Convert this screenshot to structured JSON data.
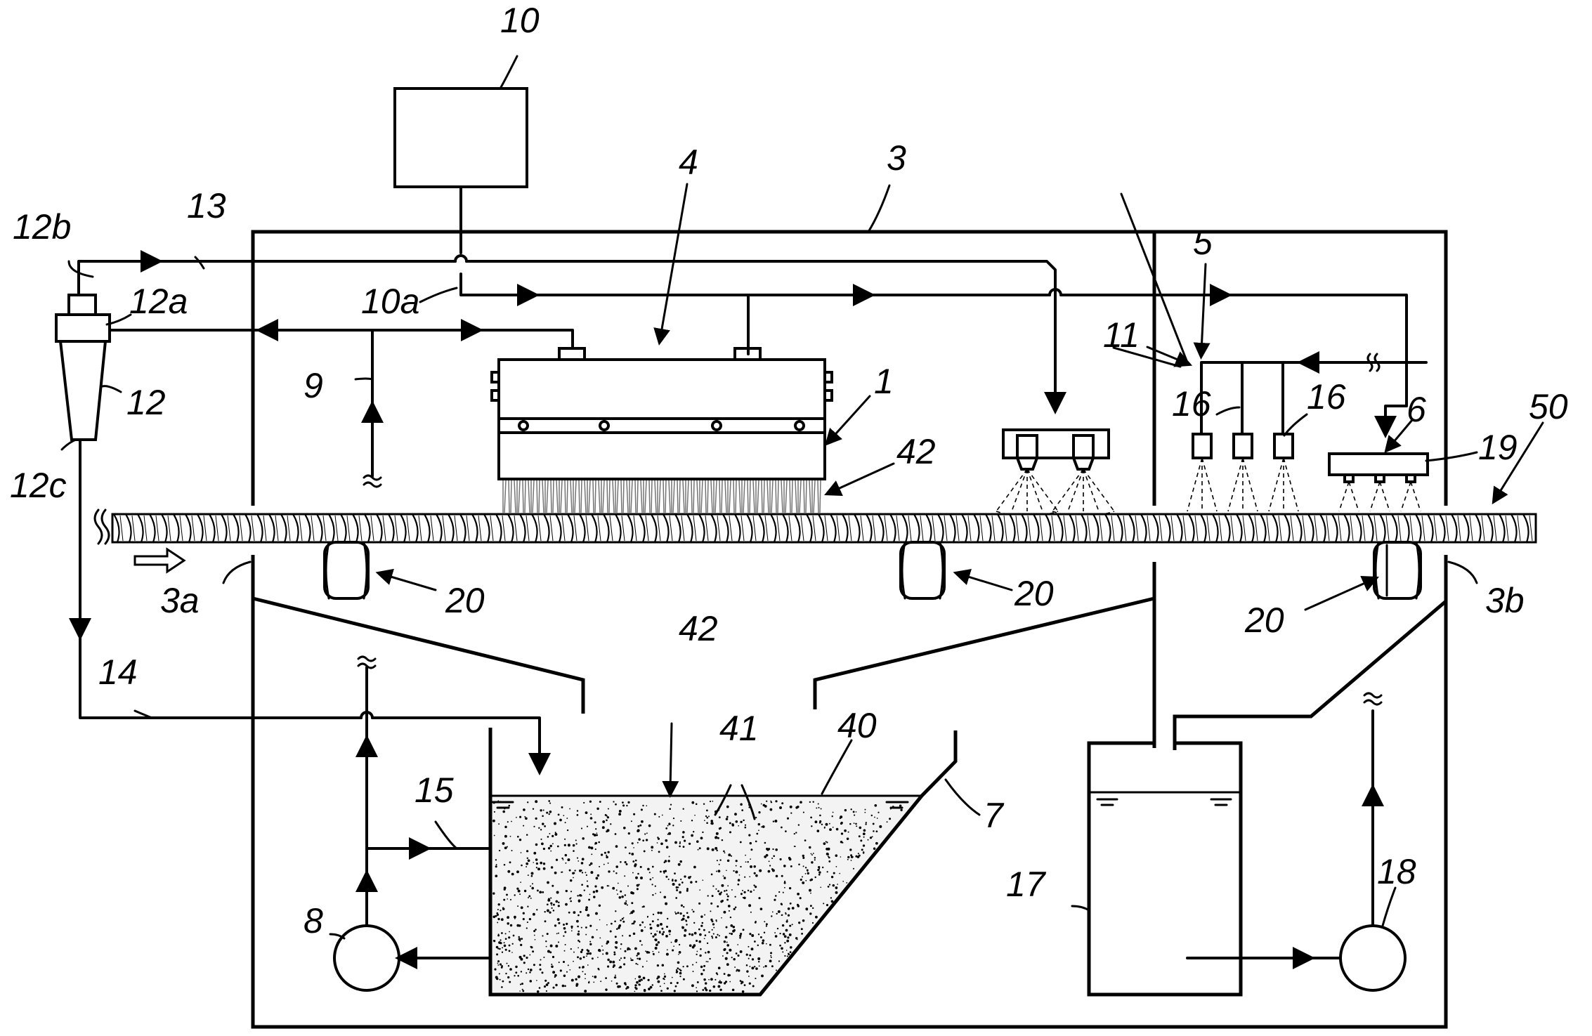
{
  "labels": {
    "l1": "1",
    "l3": "3",
    "l3a": "3a",
    "l3b": "3b",
    "l4": "4",
    "l5": "5",
    "l6": "6",
    "l7": "7",
    "l8": "8",
    "l9": "9",
    "l10": "10",
    "l10a": "10a",
    "l11": "11",
    "l12": "12",
    "l12a": "12a",
    "l12b": "12b",
    "l12c": "12c",
    "l13": "13",
    "l14": "14",
    "l15": "15",
    "l16a": "16",
    "l16b": "16",
    "l17": "17",
    "l18": "18",
    "l19": "19",
    "l20a": "20",
    "l20b": "20",
    "l20c": "20",
    "l40": "40",
    "l41": "41",
    "l42a": "42",
    "l42b": "42",
    "l50": "50"
  }
}
